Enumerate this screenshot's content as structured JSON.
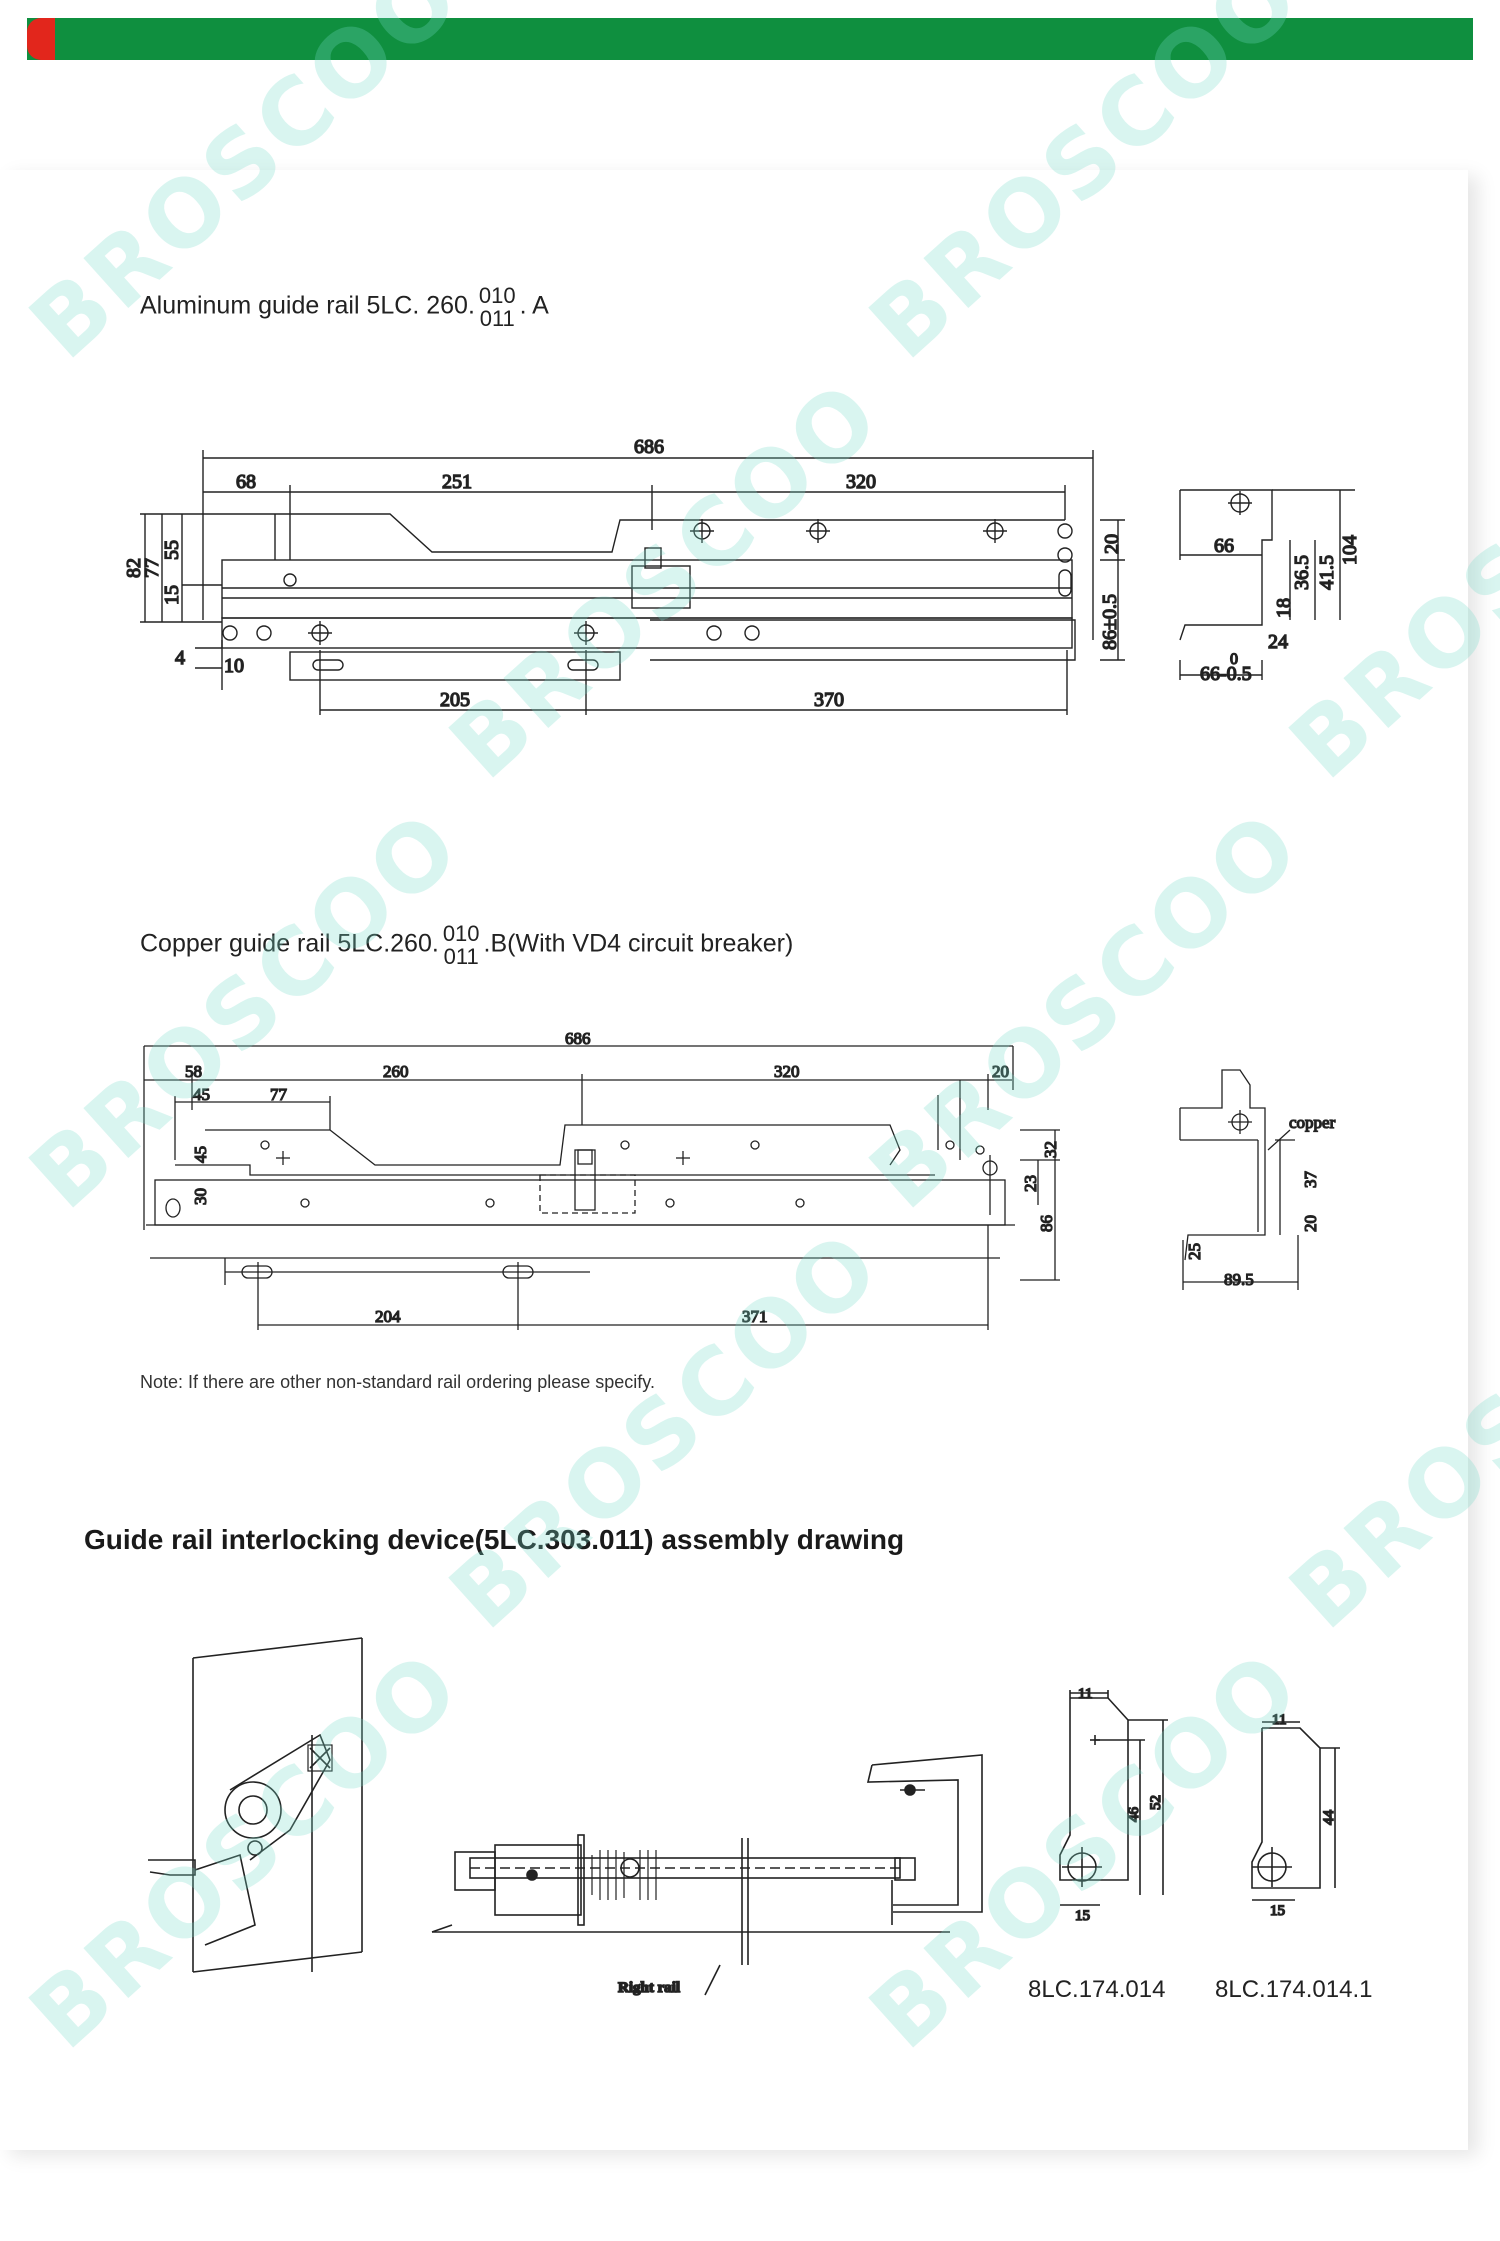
{
  "header": {
    "accent_color": "#0f8f3f",
    "accent_start_color": "#e2261c"
  },
  "watermark": "BROSCOO",
  "section1": {
    "caption_prefix": "Aluminum guide rail 5LC. 260.",
    "frac_top": "010",
    "frac_bottom": "011",
    "caption_suffix": ". A",
    "dims": {
      "total": "686",
      "d68": "68",
      "d251": "251",
      "d320": "320",
      "v82": "82",
      "v77": "77",
      "v55": "55",
      "v15": "15",
      "v4": "4",
      "h10": "10",
      "d205": "205",
      "d370": "370",
      "v20": "20",
      "v86": "86±0.5",
      "s66": "66",
      "s36": "36.5",
      "s41": "41.5",
      "s104": "104",
      "s18": "18",
      "s24": "24",
      "s66b": "66-0.5",
      "s0": "0"
    }
  },
  "section2": {
    "caption_prefix": "Copper guide rail 5LC.260.",
    "frac_top": "010",
    "frac_bottom": "011",
    "caption_suffix": ".B(With VD4 circuit breaker)",
    "dims": {
      "total": "686",
      "d58": "58",
      "d260": "260",
      "d320": "320",
      "d20": "20",
      "d45": "45",
      "d77": "77",
      "v45": "45",
      "v30": "30",
      "v32": "32",
      "v23": "23",
      "v86": "86",
      "d204": "204",
      "d371": "371",
      "copper": "copper",
      "s37": "37",
      "s20": "20",
      "s25": "25",
      "s89": "89.5"
    }
  },
  "note": "Note: If there are other non-standard rail ordering please specify.",
  "section3": {
    "heading": "Guide rail interlocking device(5LC.303.011) assembly drawing",
    "right_rail_label": "Right rail",
    "part1": {
      "label": "8LC.174.014",
      "d11": "11",
      "d46": "46",
      "d52": "52",
      "d15": "15"
    },
    "part2": {
      "label": "8LC.174.014.1",
      "d11": "11",
      "d44": "44",
      "d15": "15"
    }
  }
}
